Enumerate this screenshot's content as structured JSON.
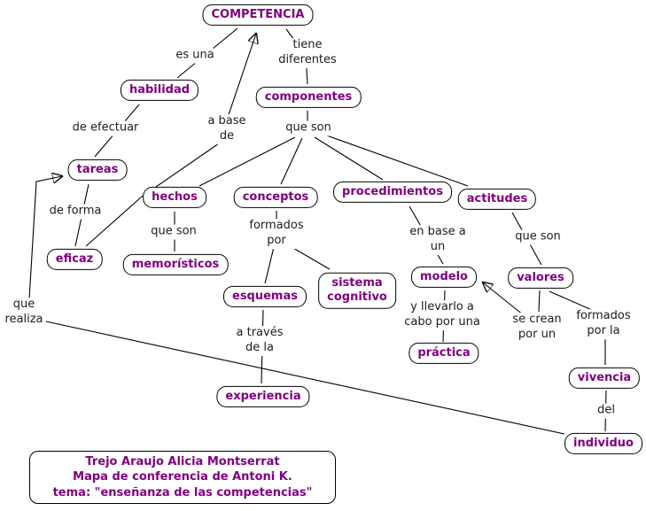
{
  "diagram_title": "COMPETENCIA",
  "colors": {
    "concept_text": "#800080",
    "linking_text": "#1c1c1c",
    "line": "#000000",
    "background": "#ffffff"
  },
  "nodes": {
    "competencia": "COMPETENCIA",
    "habilidad": "habilidad",
    "componentes": "componentes",
    "tareas": "tareas",
    "hechos": "hechos",
    "conceptos": "conceptos",
    "procedimientos": "procedimientos",
    "actitudes": "actitudes",
    "eficaz": "eficaz",
    "memoristicos": "memorísticos",
    "esquemas": "esquemas",
    "sistema_cognitivo": "sistema\ncognitivo",
    "modelo": "modelo",
    "valores": "valores",
    "practica": "práctica",
    "experiencia": "experiencia",
    "vivencia": "vivencia",
    "individuo": "individuo"
  },
  "labels": {
    "es_una": "es una",
    "tiene_diferentes": "tiene\ndiferentes",
    "de_efectuar": "de efectuar",
    "a_base_de": "a base\nde",
    "que_son_componentes": "que son",
    "de_forma": "de forma",
    "que_son_hechos": "que son",
    "formados_por": "formados\npor",
    "en_base_a_un": "en base a\nun",
    "que_son_actitudes": "que son",
    "que_realiza": "que\nrealiza",
    "y_llevarlo_a_cabo": "y llevarlo a\ncabo por una",
    "se_crean_por_un": "se crean\npor un",
    "formados_por_la": "formados\npor la",
    "a_traves_de_la": "a través\nde la",
    "del": "del"
  },
  "credit": {
    "line1": "Trejo Araujo Alicia Montserrat",
    "line2": "Mapa de conferencia de Antoni K.",
    "line3": "tema: \"enseñanza de las competencias\""
  }
}
